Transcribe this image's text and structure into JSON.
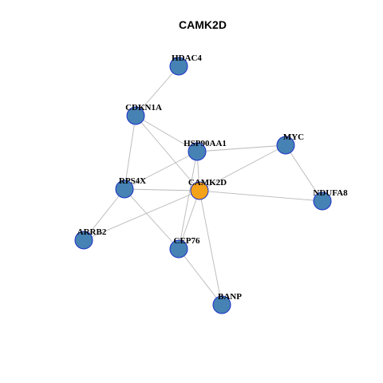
{
  "title": "CAMK2D",
  "colors": {
    "center_node": "#f5a21b",
    "neighbor_node": "#4682b4",
    "node_border": "#1a2fc8",
    "edge": "#b8b8b8"
  },
  "graph": {
    "nodes": [
      {
        "id": "HDAC4",
        "label": "HDAC4",
        "role": "neighbor"
      },
      {
        "id": "CDKN1A",
        "label": "CDKN1A",
        "role": "neighbor"
      },
      {
        "id": "HSP90AA1",
        "label": "HSP90AA1",
        "role": "neighbor"
      },
      {
        "id": "MYC",
        "label": "MYC",
        "role": "neighbor"
      },
      {
        "id": "RPS4X",
        "label": "RPS4X",
        "role": "neighbor"
      },
      {
        "id": "CAMK2D",
        "label": "CAMK2D",
        "role": "center"
      },
      {
        "id": "NDUFA8",
        "label": "NDUFA8",
        "role": "neighbor"
      },
      {
        "id": "ARRB2",
        "label": "ARRB2",
        "role": "neighbor"
      },
      {
        "id": "CEP76",
        "label": "CEP76",
        "role": "neighbor"
      },
      {
        "id": "BANP",
        "label": "BANP",
        "role": "neighbor"
      }
    ],
    "edges": [
      [
        "HDAC4",
        "CDKN1A"
      ],
      [
        "CDKN1A",
        "HSP90AA1"
      ],
      [
        "CDKN1A",
        "RPS4X"
      ],
      [
        "CDKN1A",
        "CAMK2D"
      ],
      [
        "HSP90AA1",
        "MYC"
      ],
      [
        "HSP90AA1",
        "RPS4X"
      ],
      [
        "HSP90AA1",
        "CAMK2D"
      ],
      [
        "HSP90AA1",
        "CEP76"
      ],
      [
        "MYC",
        "CAMK2D"
      ],
      [
        "MYC",
        "NDUFA8"
      ],
      [
        "RPS4X",
        "CAMK2D"
      ],
      [
        "RPS4X",
        "ARRB2"
      ],
      [
        "RPS4X",
        "CEP76"
      ],
      [
        "CAMK2D",
        "NDUFA8"
      ],
      [
        "CAMK2D",
        "ARRB2"
      ],
      [
        "CAMK2D",
        "CEP76"
      ],
      [
        "CAMK2D",
        "BANP"
      ],
      [
        "CEP76",
        "BANP"
      ]
    ]
  }
}
